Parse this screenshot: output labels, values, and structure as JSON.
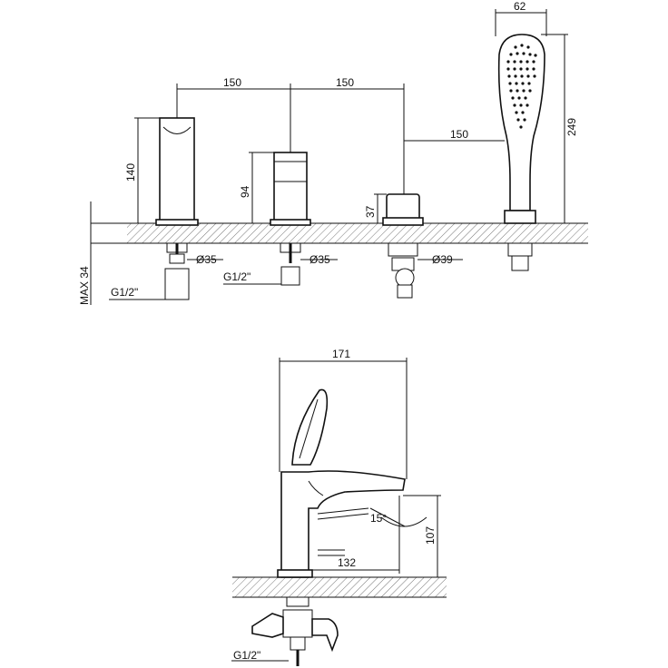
{
  "top_view": {
    "spacing_1": "150",
    "spacing_2": "150",
    "spacing_3": "150",
    "shower_width": "62",
    "shower_height": "249",
    "spout1_height": "140",
    "valve_height": "94",
    "diverter_height": "37",
    "dia_1": "Ø35",
    "dia_2": "Ø35",
    "dia_3": "Ø39",
    "thread_1": "G1/2\"",
    "thread_2": "G1/2\"",
    "max_thickness": "MAX 34"
  },
  "side_view": {
    "total_length": "171",
    "reach": "132",
    "spout_height": "107",
    "angle": "15°",
    "thread": "G1/2\""
  }
}
